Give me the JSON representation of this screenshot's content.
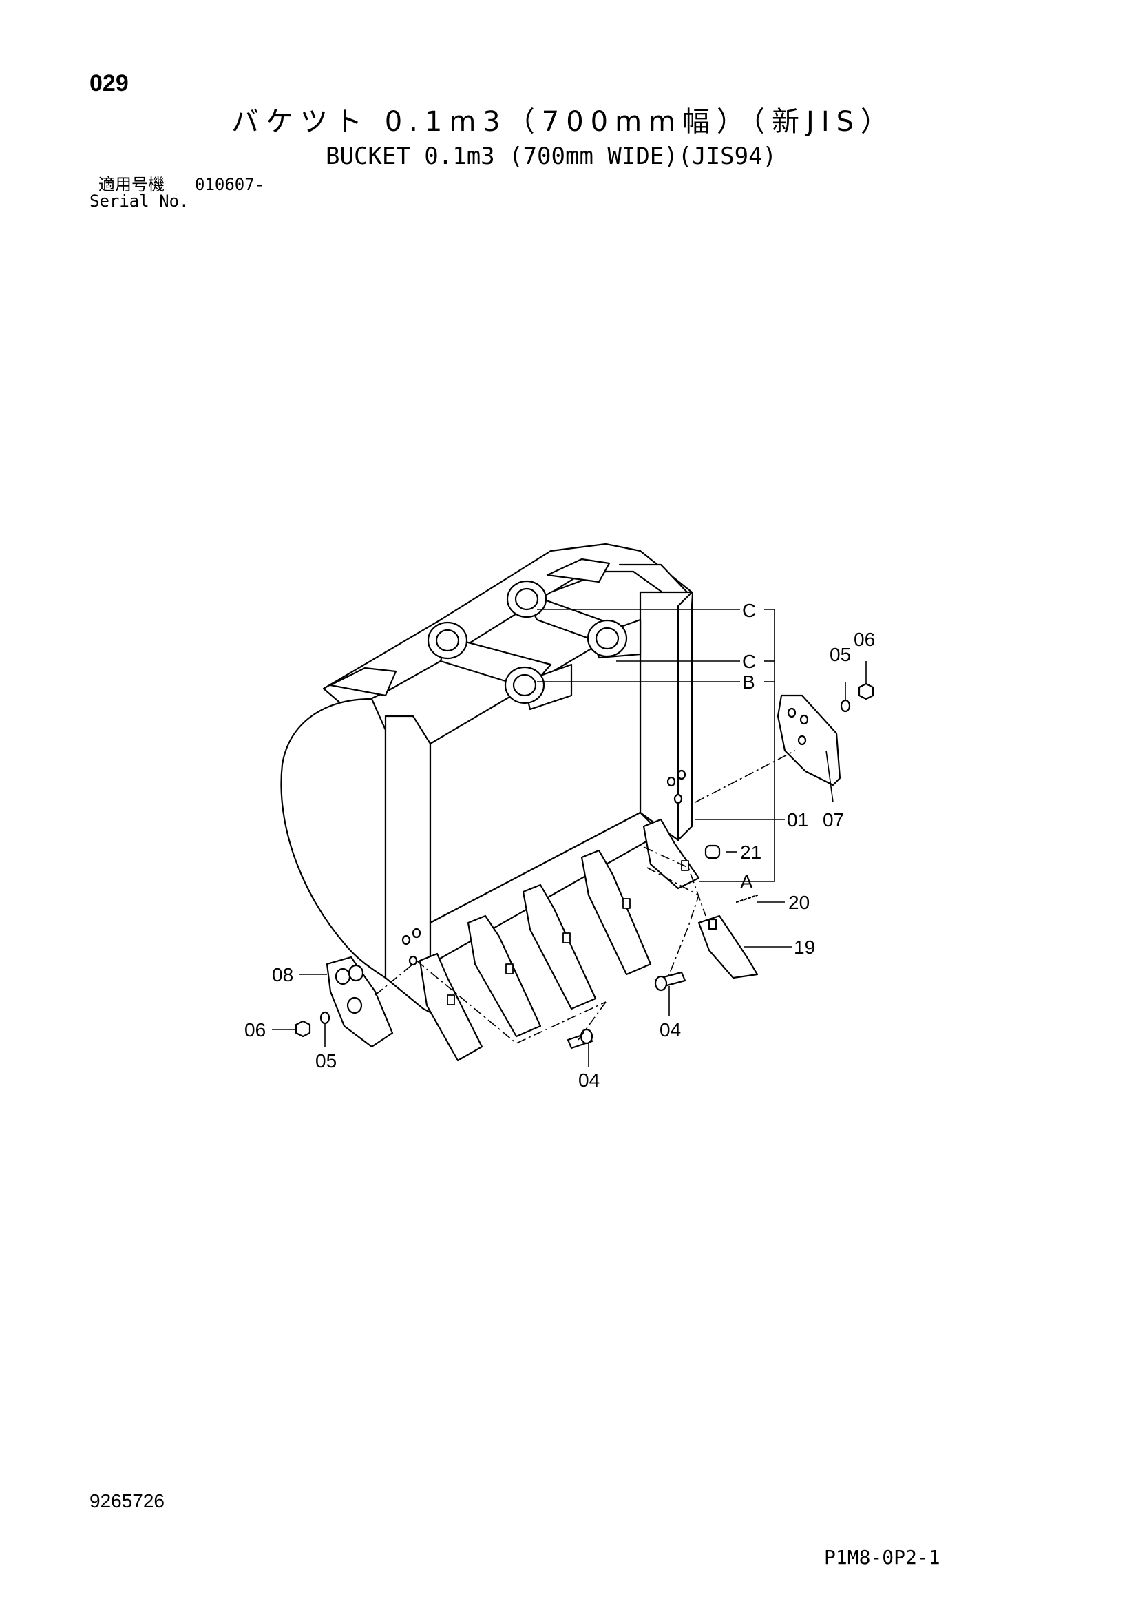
{
  "header": {
    "page_number": "029",
    "title_jp": "バケツト 0.1m3（700mm幅）（新JIS）",
    "title_en": "BUCKET 0.1m3 (700mm WIDE)(JIS94)",
    "serial_label_jp": "適用号機",
    "serial_value": "010607-",
    "serial_label_en": "Serial No."
  },
  "diagram": {
    "callouts": {
      "c_upper": "C",
      "c_lower": "C",
      "b": "B",
      "a": "A",
      "p01": "01",
      "p04_right": "04",
      "p04_lower": "04",
      "p05_right": "05",
      "p05_left": "05",
      "p06_right": "06",
      "p06_left": "06",
      "p07": "07",
      "p08": "08",
      "p19": "19",
      "p20": "20",
      "p21": "21"
    }
  },
  "footer": {
    "doc_number": "9265726",
    "page_code": "P1M8-0P2-1"
  }
}
